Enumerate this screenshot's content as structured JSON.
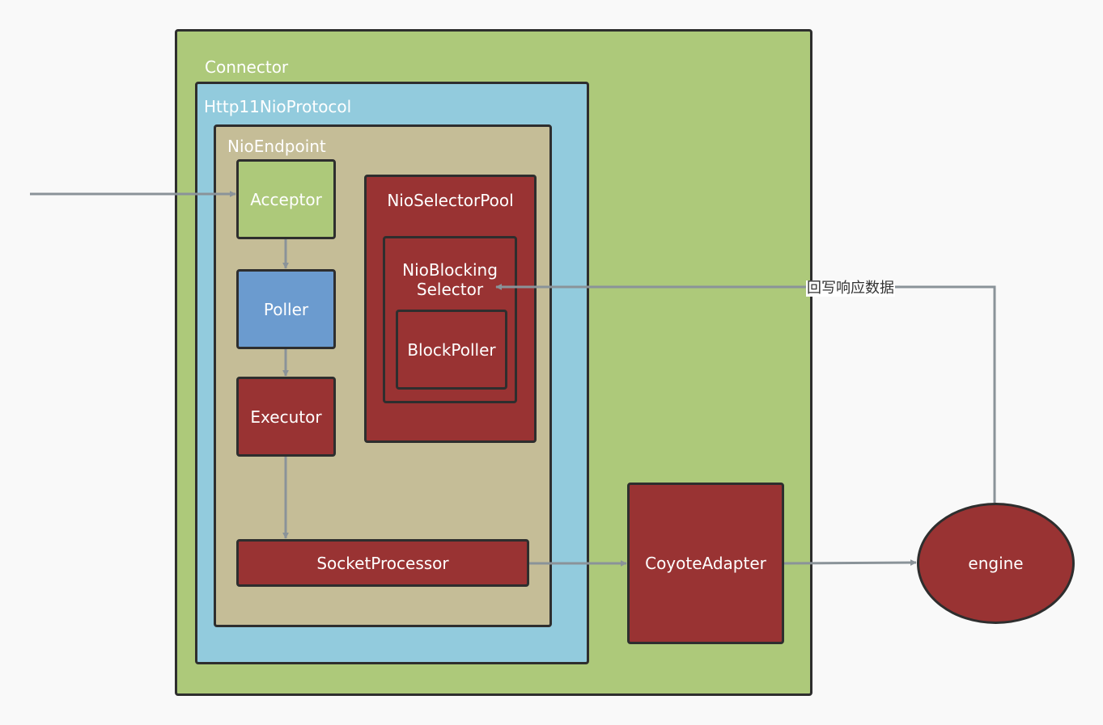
{
  "diagram": {
    "containers": {
      "connector": "Connector",
      "protocol": "Http11NioProtocol",
      "endpoint": "NioEndpoint",
      "selector_pool": "NioSelectorPool"
    },
    "nodes": {
      "acceptor": "Acceptor",
      "poller": "Poller",
      "executor": "Executor",
      "nio_blocking_selector": "NioBlocking Selector",
      "block_poller": "BlockPoller",
      "socket_processor": "SocketProcessor",
      "coyote_adapter": "CoyoteAdapter",
      "engine": "engine"
    },
    "edge_labels": {
      "write_back": "回写响应数据"
    },
    "colors": {
      "connector_fill": "#adc97a",
      "protocol_fill": "#92cbdd",
      "endpoint_fill": "#c5bd97",
      "acceptor_fill": "#adc97a",
      "poller_fill": "#6b9bcf",
      "dark_red": "#993333",
      "border": "#2e2e2e",
      "edge": "#8a9399"
    }
  }
}
